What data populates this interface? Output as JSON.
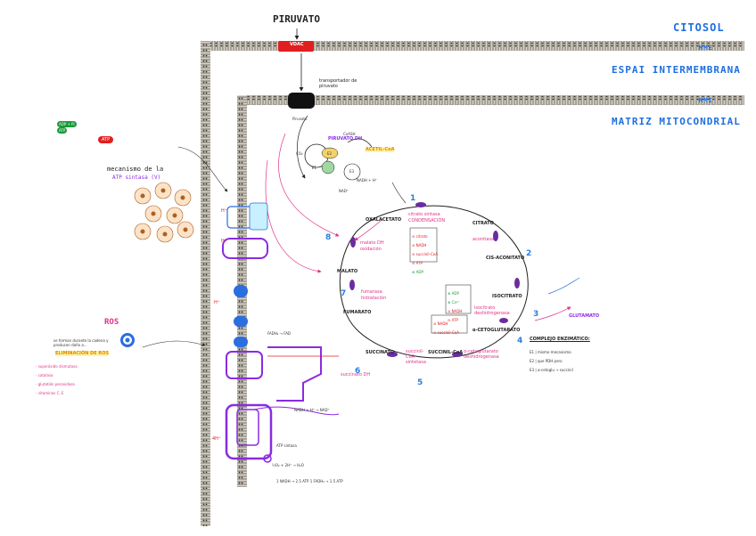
{
  "regions": {
    "cytosol": "CITOSOL",
    "intermembrane": "ESPAI INTERMEMBRANA",
    "matrix": "MATRIZ MITOCONDRIAL"
  },
  "tags": {
    "mme": "MME",
    "mmi": "MMI"
  },
  "top": {
    "pyruvate_title": "PIRUVATO",
    "vdac": "VDAC",
    "transporter": "transportador de piruvato",
    "pyruvate_small": "Piruvato"
  },
  "pdh": {
    "title": "PIRUVATO DH",
    "acetyl": "ACETIL-CoA",
    "coash": "CoASH",
    "co2": "CO₂",
    "nadh": "NADH + H⁺",
    "nad": "NAD⁺",
    "e1": "E1",
    "e2": "E2",
    "e3": "E3"
  },
  "cycle": {
    "citrate_synthase": "citrato sintasa",
    "condensation": "CONDENSACIÓN",
    "oxaloacetate": "OXALACETATO",
    "citrate": "CITRATO",
    "aconitase": "aconitasa",
    "cis_aconitate": "CIS-ACONITATO",
    "isocitrate": "ISOCITRATO",
    "isocitrate_dh": "isocitrato deshidrogenasa",
    "a_ketoglutarate": "α-CETOGLUTARATO",
    "a_kg_dh": "α-cetoglutarato deshidrogenasa",
    "succinyl_coa": "SUCCINIL-CoA",
    "succinyl_synthase": "succinil-CoA sintetasa",
    "succinate": "SUCCINATO",
    "succinate_dh": "succinato DH",
    "fumarate": "FUMARATO",
    "fumarase": "fumarasa",
    "hydration": "hidratación",
    "malate": "MALATO",
    "malate_dh": "malato DH",
    "oxidation": "oxidación",
    "glutamate": "GLUTAMATO",
    "numbers": [
      "1",
      "2",
      "3",
      "4",
      "5",
      "6",
      "7",
      "8"
    ]
  },
  "regulation": {
    "title": "REGULACIÓN",
    "items": [
      "⊖ citrato",
      "⊖ NADH",
      "⊖ succinil-CoA",
      "⊖ ATP",
      "⊕ ADP"
    ],
    "items2": [
      "⊕ ADP",
      "⊕ Ca²⁺",
      "⊖ NADH",
      "⊖ ATP"
    ],
    "items3": [
      "⊖ NADH",
      "⊖ succinil-CoA"
    ]
  },
  "complejos": {
    "title": "COMPLEJO ENZIMÁTICO:",
    "lines": [
      "E1 | mismo mecanismo",
      "E2 | que PDH pero",
      "E3 | α-cetoglu → succinil"
    ]
  },
  "etc": {
    "h_plus": "H⁺",
    "nadh_nad": "NADH + H⁺ → NAD⁺",
    "fadh": "FADH₂ → FAD",
    "o2_h2o": "½O₂ + 2H⁺ → H₂O",
    "four_h": "4H⁺",
    "atp_synthase": "ATP sintasa"
  },
  "left": {
    "mechanism_title": "mecanismo de la",
    "mechanism_sub": "ATP sintasa (V)",
    "ros": "ROS",
    "ros_elim": "ELIMINACIÓN DE ROS",
    "ros_items": [
      "- superóxido dismutasa",
      "- catalasa",
      "- glutatión peroxidasa",
      "- vitaminas C, E"
    ],
    "ros_note": "se forman durante la cadena y producen daño a...",
    "badges": [
      "ADP + Pi",
      "ATP"
    ],
    "badge_red": "ATP"
  },
  "notes": {
    "atp_total": "1 NADH → 2.5 ATP   1 FADH₂ → 1.5 ATP"
  }
}
